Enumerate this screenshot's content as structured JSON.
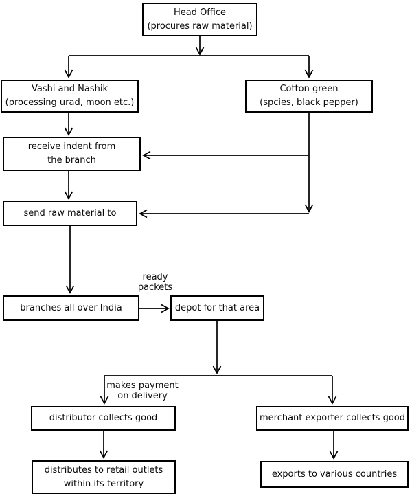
{
  "colors": {
    "background": "#ffffff",
    "line": "#000000",
    "box_border": "#000000",
    "box_fill": "#ffffff",
    "text": "#0a0a0a"
  },
  "diagram_type": "flowchart",
  "nodes": {
    "head_office": {
      "lines": [
        "Head Office",
        "(procures raw material)"
      ]
    },
    "vashi_nashik": {
      "lines": [
        "Vashi and Nashik",
        "(processing urad, moon etc.)"
      ]
    },
    "cotton_green": {
      "lines": [
        "Cotton green",
        "(spcies, black pepper)"
      ]
    },
    "receive_indent": {
      "lines": [
        "receive indent from",
        "the branch"
      ]
    },
    "send_raw_material": {
      "lines": [
        "send raw material to"
      ]
    },
    "branches_india": {
      "lines": [
        "branches all over India"
      ]
    },
    "depot": {
      "lines": [
        "depot for that area"
      ]
    },
    "distributor": {
      "lines": [
        "distributor collects good"
      ]
    },
    "merchant_exporter": {
      "lines": [
        "merchant exporter collects good"
      ]
    },
    "retail_outlets": {
      "lines": [
        "distributes to retail outlets",
        "within its territory"
      ]
    },
    "exports": {
      "lines": [
        "exports to various countries"
      ]
    }
  },
  "edge_labels": {
    "ready_packets": {
      "lines": [
        "ready",
        "packets"
      ]
    },
    "makes_payment": {
      "lines": [
        "makes payment",
        "on delivery"
      ]
    }
  }
}
